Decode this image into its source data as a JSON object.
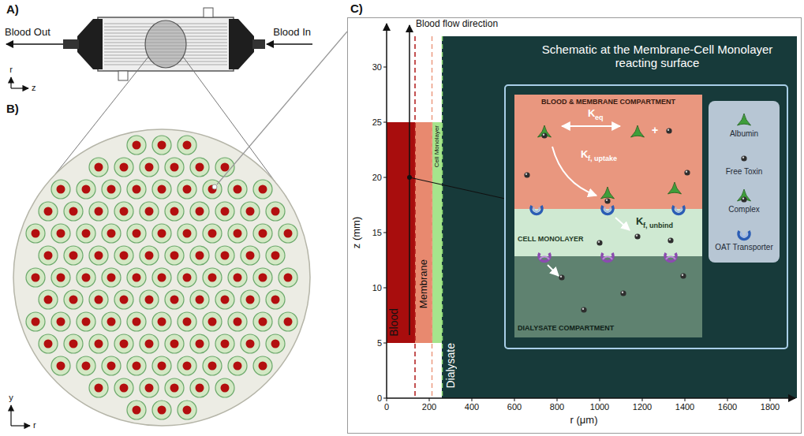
{
  "diagram": {
    "nodes": [
      {
        "text": [
          "C)"
        ]
      },
      {
        "text": [
          "Blood"
        ],
        "in": 0
      },
      {
        "text": [
          "Membrane"
        ],
        "in": 0
      },
      {
        "text": [
          "Cell Monolayer"
        ],
        "in": 0
      },
      {
        "text": [
          "Dialysate",
          "Schematic at the Membrane-Cell Monolayer reacting surface"
        ],
        "in": 0
      },
      {
        "text": [
          "BLOOD & MEMBRANE COMPARTMENT"
        ],
        "in": 4
      },
      {
        "text": [
          "CELL MONOLAYER"
        ],
        "in": 4
      },
      {
        "text": [
          "DIALYSATE COMPARTMENT"
        ],
        "in": 4
      }
    ],
    "labels": [
      "A)",
      "Blood Out",
      "Blood In",
      "r",
      "z",
      "B)",
      "y",
      "r",
      "Blood flow direction",
      "z (mm)",
      "0",
      "5",
      "10",
      "15",
      "20",
      "25",
      "30",
      "r (μm)",
      "0",
      "200",
      "400",
      "600",
      "800",
      "1000",
      "1200",
      "1400",
      "1600",
      "1800",
      "K",
      "eq",
      "K",
      "f, uptake",
      "K",
      "f, unbind",
      "+"
    ],
    "legend": [
      {
        "text": "Albumin"
      },
      {
        "text": "Free Toxin"
      },
      {
        "text": "Complex"
      },
      {
        "text": "OAT Transporter"
      }
    ]
  }
}
